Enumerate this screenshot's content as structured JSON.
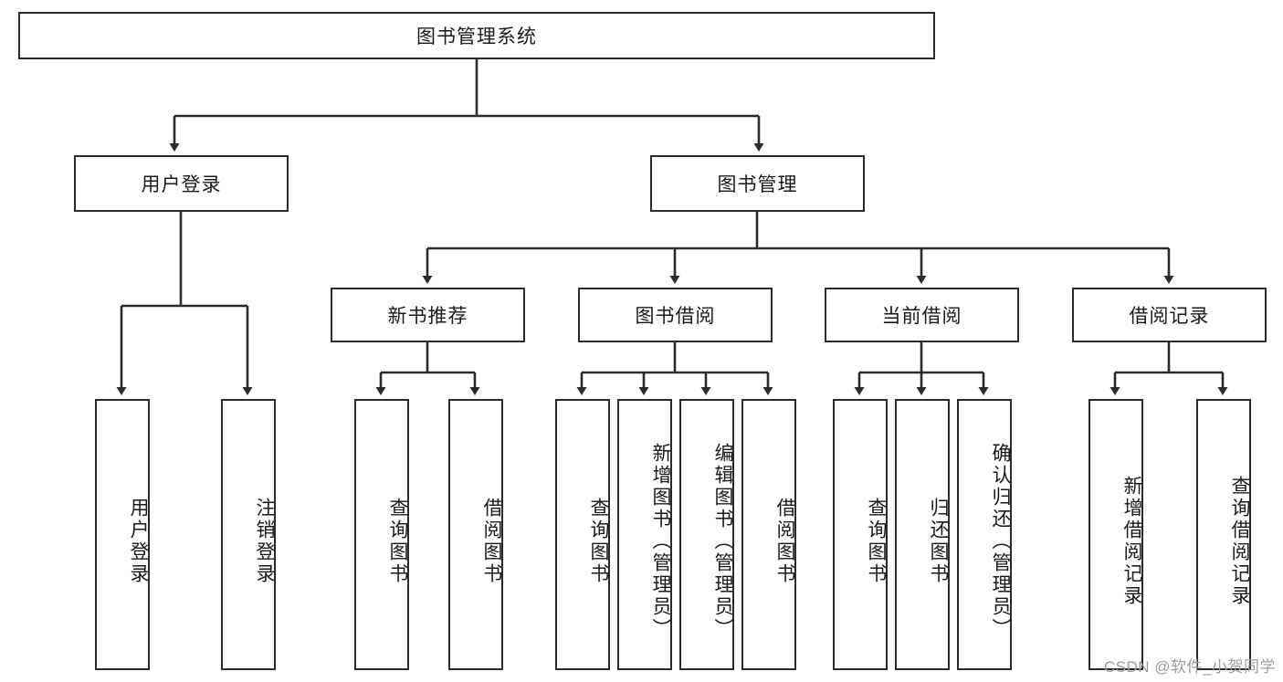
{
  "diagram": {
    "title": "图书管理系统",
    "type": "tree",
    "watermark": "CSDN @软件_小贺同学",
    "colors": {
      "box_border": "#2b2b2b",
      "box_fill": "#ffffff",
      "connector": "#2b2b2b",
      "background": "#ffffff",
      "watermark_text": "#9a9a9a"
    },
    "levels": {
      "root": {
        "label": "图书管理系统"
      },
      "level2": [
        {
          "id": "user-login",
          "label": "用户登录"
        },
        {
          "id": "book-manage",
          "label": "图书管理"
        }
      ],
      "level3": [
        {
          "id": "new-book-recommend",
          "label": "新书推荐"
        },
        {
          "id": "book-borrow",
          "label": "图书借阅"
        },
        {
          "id": "current-borrow",
          "label": "当前借阅"
        },
        {
          "id": "borrow-record",
          "label": "借阅记录"
        }
      ],
      "leaves": [
        {
          "id": "leaf-user-login",
          "label": "用户登录",
          "parent": "user-login"
        },
        {
          "id": "leaf-logout",
          "label": "注销登录",
          "parent": "user-login"
        },
        {
          "id": "leaf-query-book-1",
          "label": "查询图书",
          "parent": "new-book-recommend"
        },
        {
          "id": "leaf-borrow-book-1",
          "label": "借阅图书",
          "parent": "new-book-recommend"
        },
        {
          "id": "leaf-query-book-2",
          "label": "查询图书",
          "parent": "book-borrow"
        },
        {
          "id": "leaf-add-book",
          "label": "新增图书（管理员）",
          "parent": "book-borrow"
        },
        {
          "id": "leaf-edit-book",
          "label": "编辑图书（管理员）",
          "parent": "book-borrow"
        },
        {
          "id": "leaf-borrow-book-2",
          "label": "借阅图书",
          "parent": "book-borrow"
        },
        {
          "id": "leaf-query-book-3",
          "label": "查询图书",
          "parent": "current-borrow"
        },
        {
          "id": "leaf-return-book",
          "label": "归还图书",
          "parent": "current-borrow"
        },
        {
          "id": "leaf-confirm-return",
          "label": "确认归还（管理员）",
          "parent": "current-borrow"
        },
        {
          "id": "leaf-add-record",
          "label": "新增借阅记录",
          "parent": "borrow-record"
        },
        {
          "id": "leaf-query-record",
          "label": "查询借阅记录",
          "parent": "borrow-record"
        }
      ]
    }
  }
}
